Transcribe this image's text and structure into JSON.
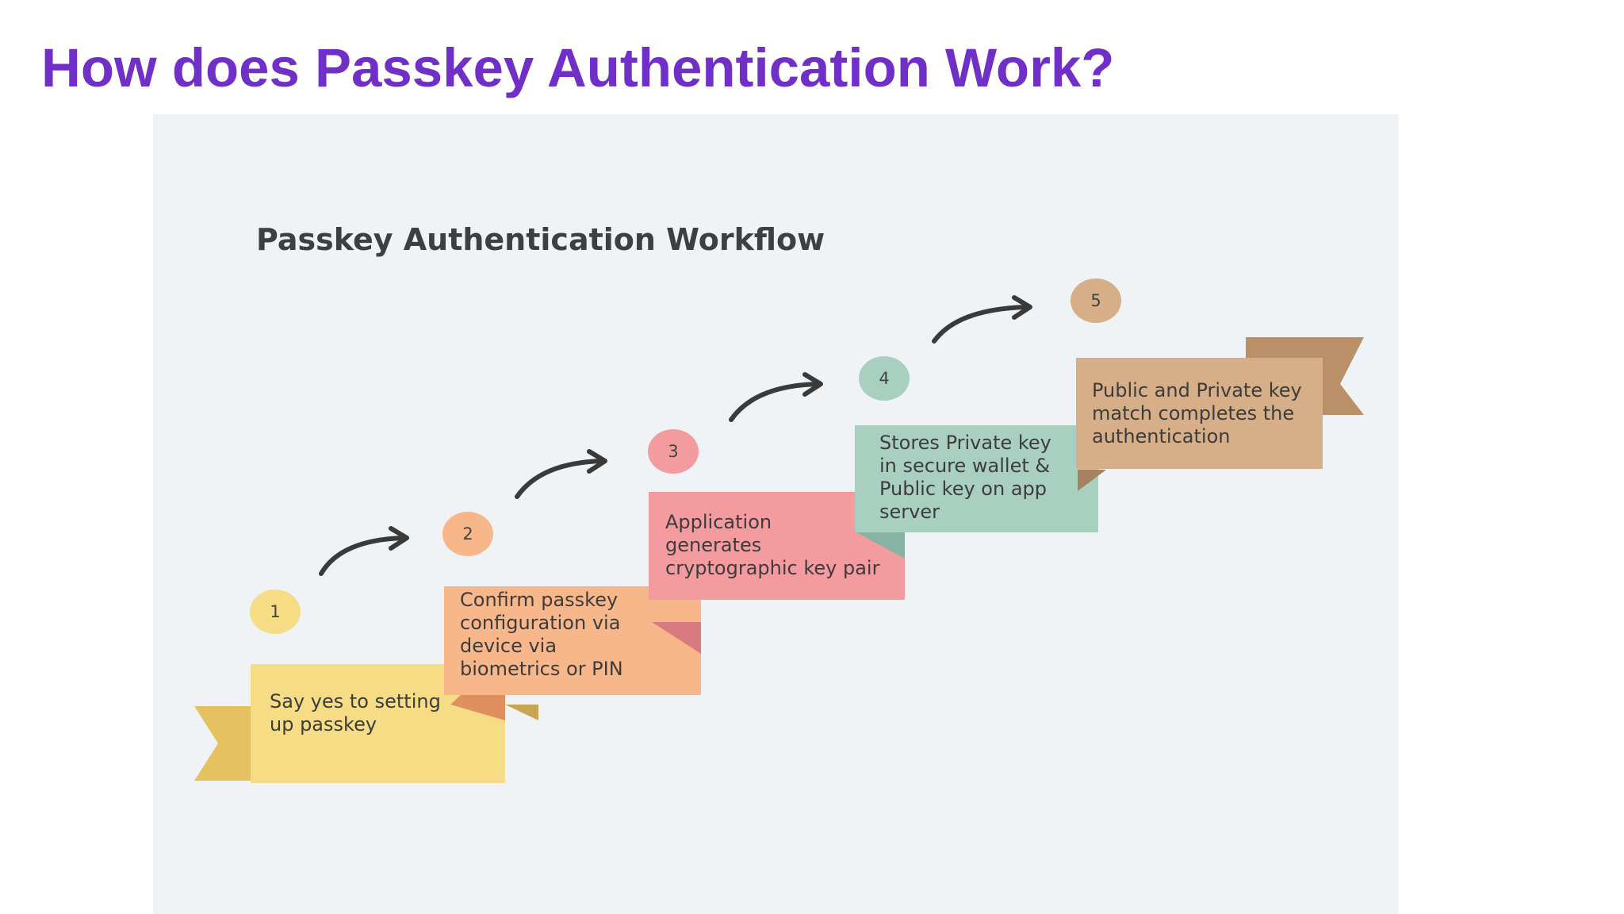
{
  "title": "How does Passkey Authentication Work?",
  "diagram": {
    "title": "Passkey Authentication Workflow",
    "steps": [
      {
        "number": "1",
        "text": "Say yes to setting\nup passkey",
        "color": "#f6dd85"
      },
      {
        "number": "2",
        "text": "Confirm passkey\nconfiguration via\ndevice via\nbiometrics or PIN",
        "color": "#f8b68b"
      },
      {
        "number": "3",
        "text": "Application\ngenerates\ncryptographic key pair",
        "color": "#f49ba0"
      },
      {
        "number": "4",
        "text": "Stores Private key\nin secure wallet &\nPublic key on app\nserver",
        "color": "#a9cfc0"
      },
      {
        "number": "5",
        "text": "Public and Private key\nmatch  completes the\nauthentication",
        "color": "#d6ae88"
      }
    ],
    "colors": {
      "title": "#7030c8",
      "panel_background": "#eff3f5",
      "arrow": "#3a3a3a"
    }
  }
}
